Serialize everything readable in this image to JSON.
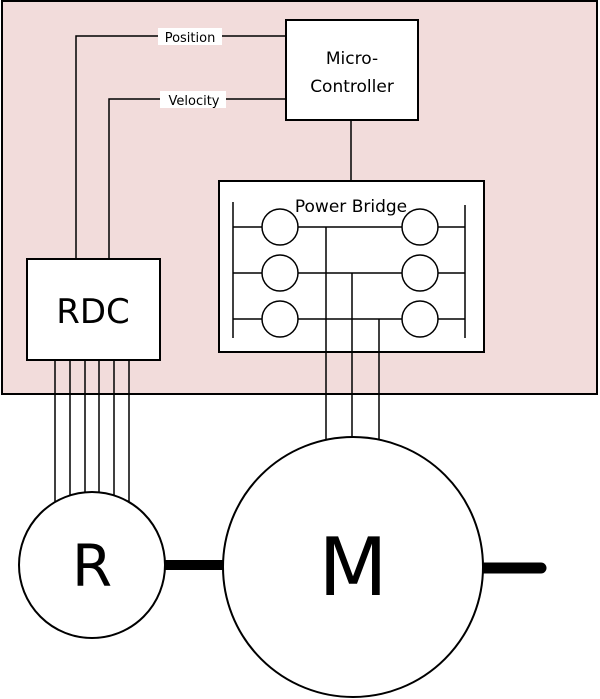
{
  "diagram": {
    "type": "block-diagram",
    "colors": {
      "controller_panel": "#f2dcdb",
      "stroke": "#000000",
      "box_fill": "#ffffff"
    },
    "blocks": {
      "microcontroller": {
        "line1": "Micro-",
        "line2": "Controller"
      },
      "power_bridge": {
        "label": "Power Bridge",
        "switch_count": 6
      },
      "rdc": {
        "label": "RDC",
        "signal_lines": 6
      },
      "resolver": {
        "label": "R"
      },
      "motor": {
        "label": "M",
        "phase_lines": 3
      }
    },
    "signals": {
      "position": "Position",
      "velocity": "Velocity"
    }
  }
}
